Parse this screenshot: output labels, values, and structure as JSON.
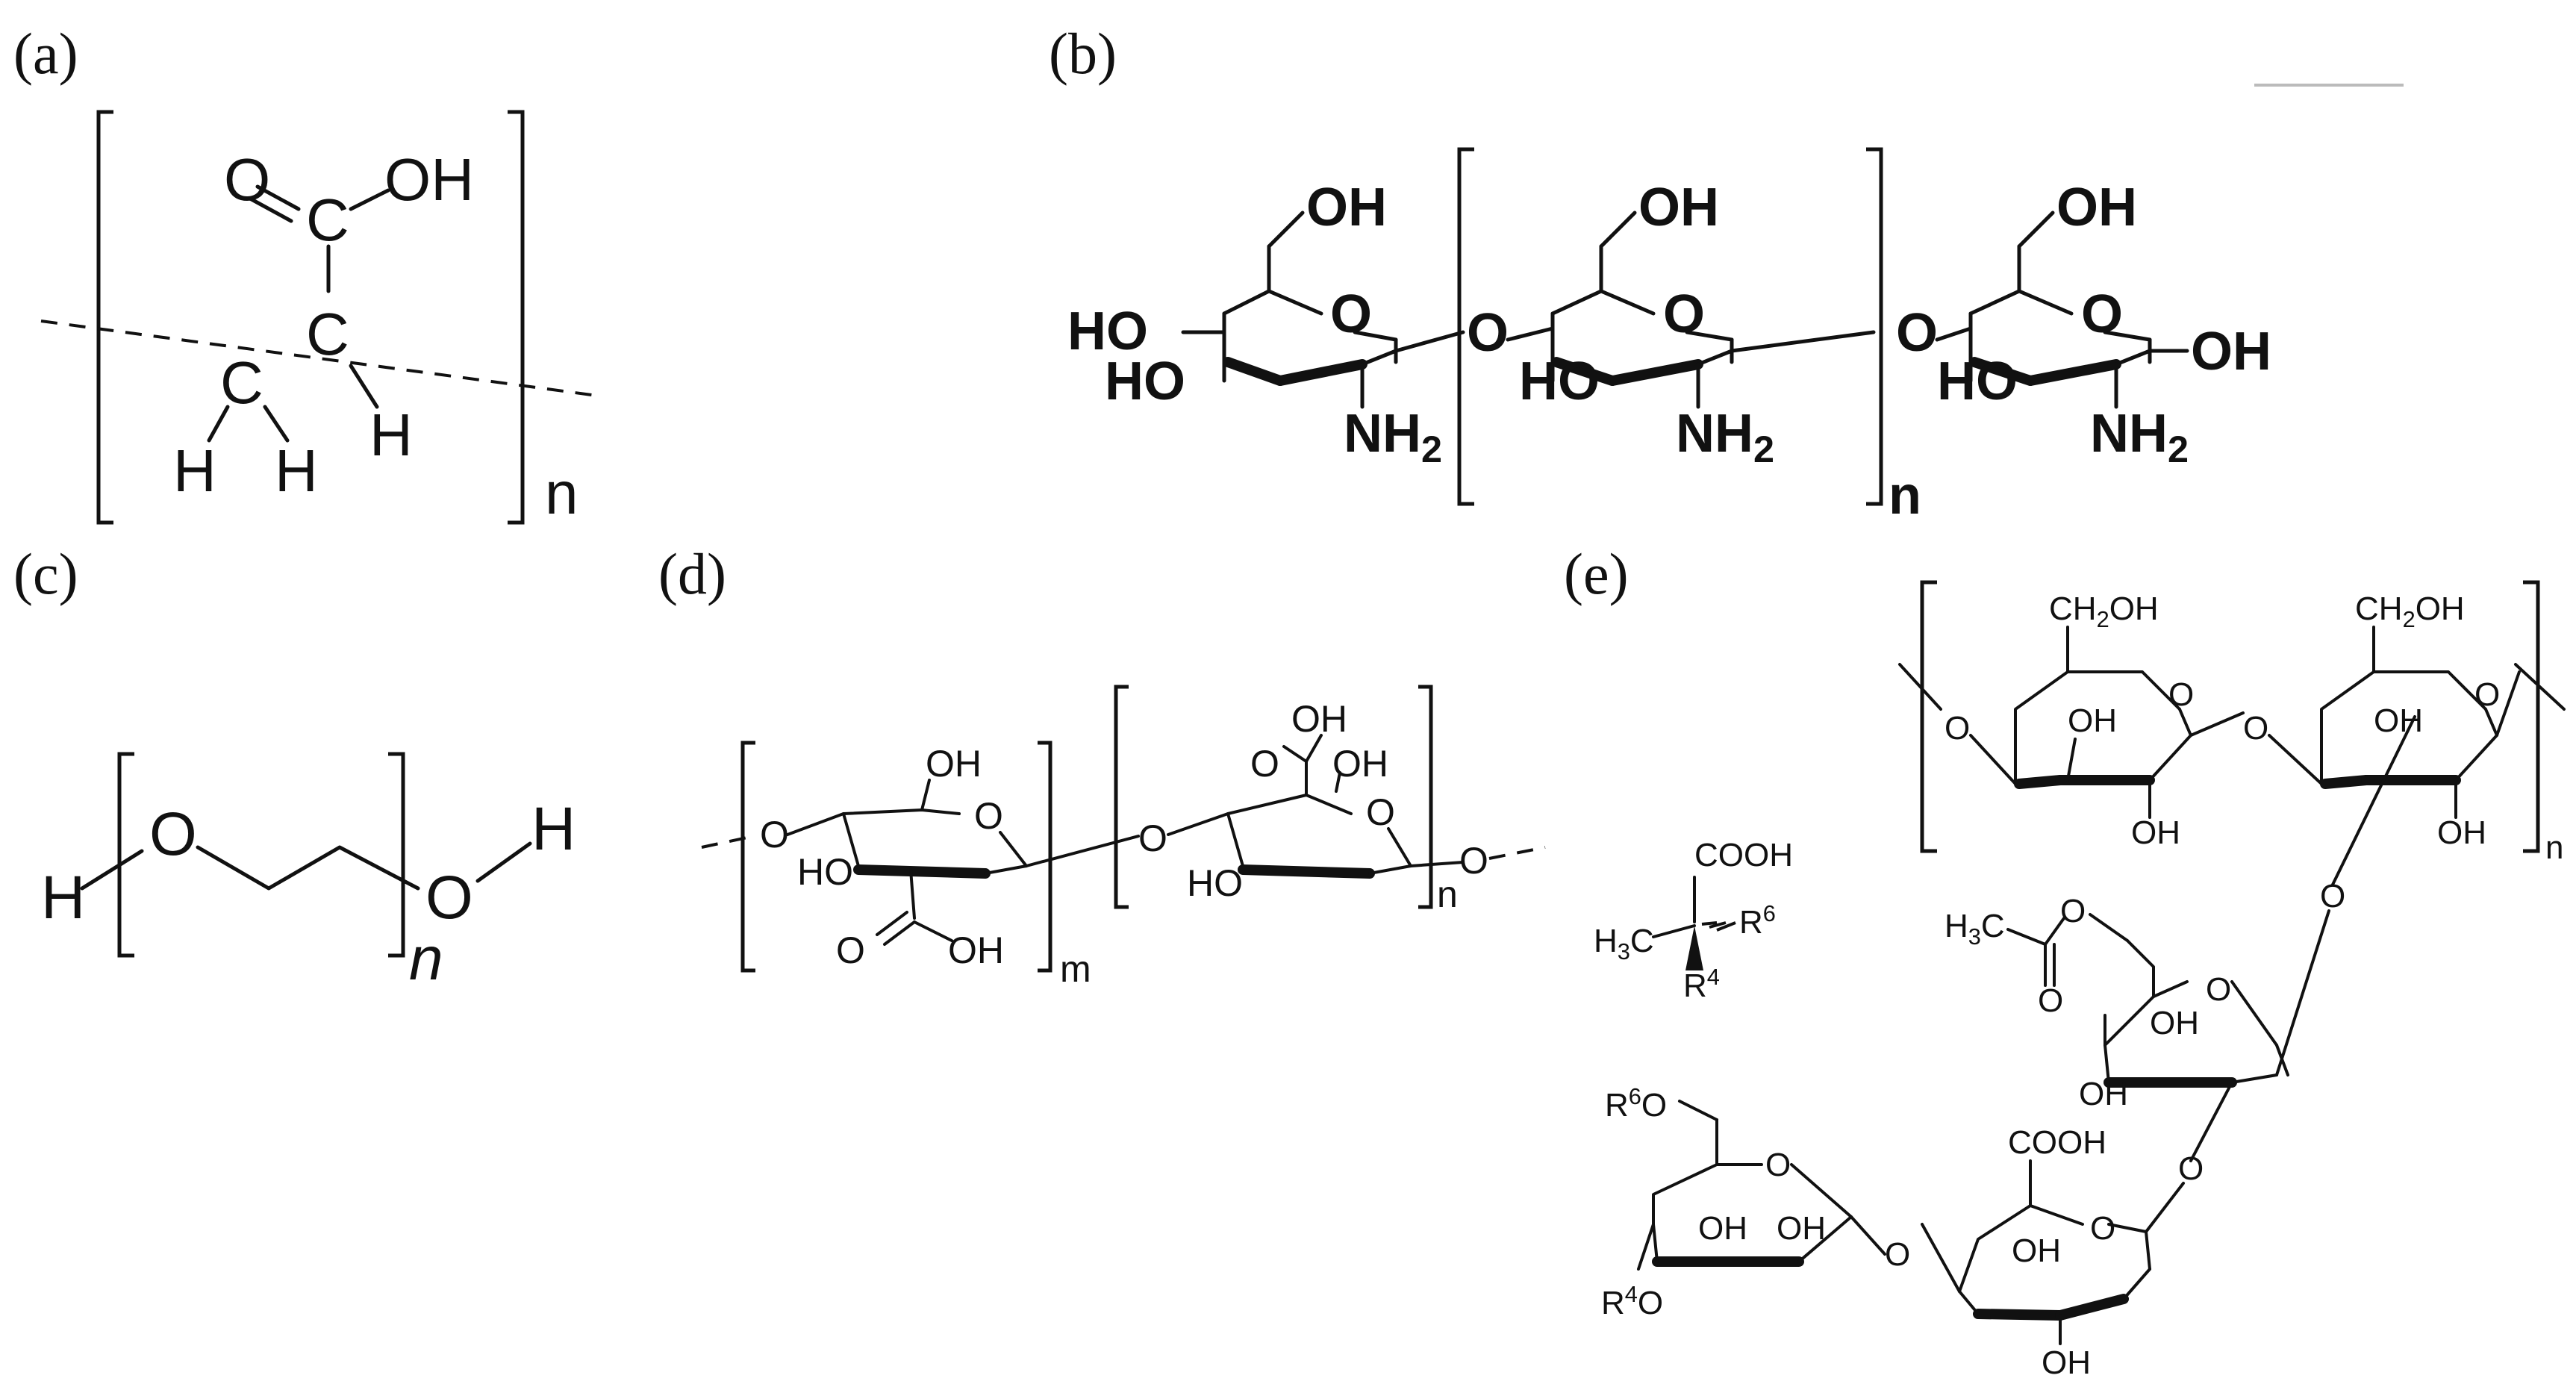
{
  "panels": {
    "a": {
      "label": "(a)",
      "atoms": {
        "o_double": "O",
        "c_top": "C",
        "oh": "OH",
        "c_mid": "C",
        "c_left": "C",
        "h_right": "H",
        "h_left1": "H",
        "h_left2": "H"
      },
      "repeat": "n"
    },
    "b": {
      "label": "(b)",
      "units": [
        {
          "oh6": "OH",
          "ring_o": "O",
          "ho4": "HO",
          "ho3": "HO",
          "nh2": "NH",
          "nh2_sub": "2"
        },
        {
          "oh6": "OH",
          "ring_o": "O",
          "ho3": "HO",
          "nh2": "NH",
          "nh2_sub": "2"
        },
        {
          "oh6": "OH",
          "ring_o": "O",
          "ho3": "HO",
          "nh2": "NH",
          "nh2_sub": "2",
          "oh1": "OH"
        }
      ],
      "link_o": [
        "O",
        "O"
      ],
      "repeat": "n"
    },
    "c": {
      "label": "(c)",
      "atoms": {
        "h_left": "H",
        "o_left": "O",
        "o_right": "O",
        "h_right": "H"
      },
      "repeat": "n"
    },
    "d": {
      "label": "(d)",
      "unit_m": {
        "o_left": "O",
        "oh_top": "OH",
        "ring_o": "O",
        "ho": "HO",
        "carbonyl_o": "O",
        "oh_acid": "OH"
      },
      "unit_n": {
        "oh_acid": "OH",
        "carbonyl_o": "O",
        "oh_top": "OH",
        "ring_o": "O",
        "ho": "HO",
        "o_right": "O"
      },
      "link_o": "O",
      "repeat_m": "m",
      "repeat_n": "n"
    },
    "e": {
      "label": "(e)",
      "top_units": [
        {
          "ch2oh": "CH",
          "ch2oh_sub": "2",
          "ch2oh_tail": "OH",
          "ring_o": "O",
          "oh3": "OH",
          "oh2": "OH"
        },
        {
          "ch2oh": "CH",
          "ch2oh_sub": "2",
          "ch2oh_tail": "OH",
          "ring_o": "O",
          "oh3": "OH",
          "oh2": "OH"
        }
      ],
      "top_links": [
        "O",
        "O"
      ],
      "repeat": "n",
      "pyruvate": {
        "cooh": "COOH",
        "h3c": "H",
        "h3c_sub": "3",
        "h3c_c": "C",
        "r6": "R",
        "r6_sup": "6",
        "r4": "R",
        "r4_sup": "4"
      },
      "acetyl": {
        "h3c": "H",
        "h3c_sub": "3",
        "h3c_c": "C",
        "ester_o": "O",
        "carbonyl_o": "O"
      },
      "branch_links": [
        "O",
        "O"
      ],
      "mannose": {
        "ring_o": "O",
        "oh3": "OH",
        "oh2": "OH"
      },
      "glucuronic": {
        "cooh": "COOH",
        "ring_o": "O",
        "oh3": "OH",
        "oh2": "OH"
      },
      "glucose_end": {
        "r6o": "R",
        "r6o_sup": "6",
        "r6o_tail": "O",
        "ring_o": "O",
        "oh3": "OH",
        "oh2": "OH",
        "r4o": "R",
        "r4o_sup": "4",
        "r4o_tail": "O"
      },
      "chain_link": "O"
    }
  }
}
